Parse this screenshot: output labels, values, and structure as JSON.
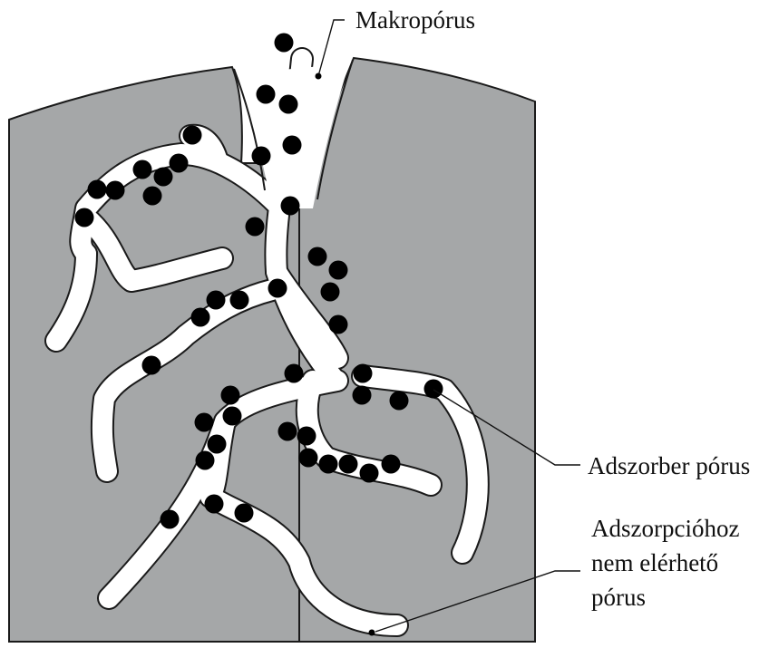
{
  "diagram": {
    "labels": {
      "macropore": "Makropórus",
      "adsorber_pore": "Adszorber pórus",
      "inaccessible_line1": "Adszorpcióhoz",
      "inaccessible_line2": "nem elérhető",
      "inaccessible_line3": "pórus"
    },
    "colors": {
      "solid": "#a5a7a8",
      "pore": "#ffffff",
      "outline": "#1a1a1a",
      "molecule": "#000000"
    }
  }
}
